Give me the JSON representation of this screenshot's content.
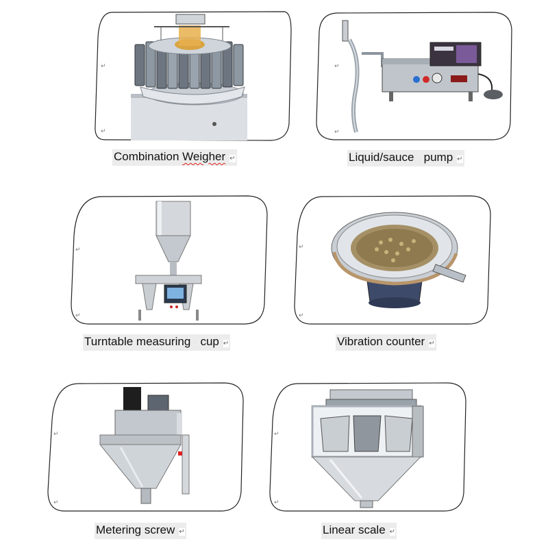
{
  "items": [
    {
      "caption_a": "Combination ",
      "caption_b": "Weigher",
      "image": "combination-weigher-machine"
    },
    {
      "caption": "Liquid/sauce   pump",
      "image": "liquid-sauce-pump-machine"
    },
    {
      "caption": "Turntable measuring   cup",
      "image": "turntable-measuring-cup-machine"
    },
    {
      "caption": "Vibration counter",
      "image": "vibration-counter-bowl"
    },
    {
      "caption": "Metering screw",
      "image": "metering-screw-filler"
    },
    {
      "caption": "Linear scale",
      "image": "linear-scale-weigher"
    }
  ],
  "marks": {
    "paragraph": "↵"
  }
}
